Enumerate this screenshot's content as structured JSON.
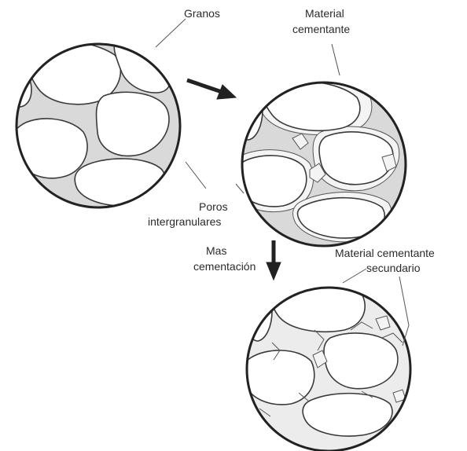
{
  "labels": {
    "granos": "Granos",
    "material_cementante_l1": "Material",
    "material_cementante_l2": "cementante",
    "poros_l1": "Poros",
    "poros_l2": "intergranulares",
    "mas_cementacion_l1": "Mas",
    "mas_cementacion_l2": "cementación",
    "material_secundario_l1": "Material cementante",
    "material_secundario_l2": "secundario"
  },
  "colors": {
    "pore_fill": "#d9d9d9",
    "grain_fill": "#ffffff",
    "outline": "#222222"
  }
}
